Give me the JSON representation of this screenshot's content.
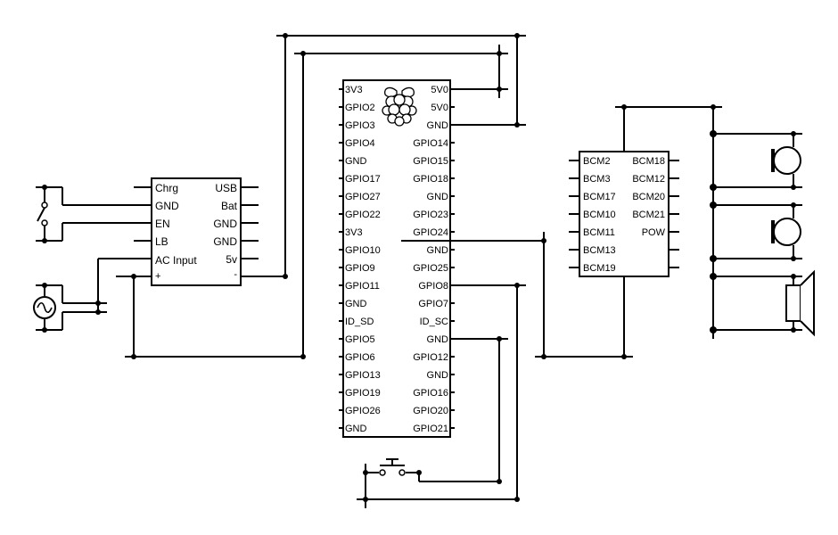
{
  "charger": {
    "left_pins": [
      "Chrg",
      "GND",
      "EN",
      "LB",
      "AC Input"
    ],
    "right_pins": [
      "USB",
      "Bat",
      "GND",
      "GND",
      "5v"
    ],
    "plus": "+",
    "minus": "-"
  },
  "pi": {
    "left_pins": [
      "3V3",
      "GPIO2",
      "GPIO3",
      "GPIO4",
      "GND",
      "GPIO17",
      "GPIO27",
      "GPIO22",
      "3V3",
      "GPIO10",
      "GPIO9",
      "GPIO11",
      "GND",
      "ID_SD",
      "GPIO5",
      "GPIO6",
      "GPIO13",
      "GPIO19",
      "GPIO26",
      "GND"
    ],
    "right_pins": [
      "5V0",
      "5V0",
      "GND",
      "GPIO14",
      "GPIO15",
      "GPIO18",
      "GND",
      "GPIO23",
      "GPIO24",
      "GND",
      "GPIO25",
      "GPIO8",
      "GPIO7",
      "ID_SC",
      "GND",
      "GPIO12",
      "GND",
      "GPIO16",
      "GPIO20",
      "GPIO21"
    ],
    "logo_icon": "raspberry-pi-logo"
  },
  "bcm": {
    "left_pins": [
      "BCM2",
      "BCM3",
      "BCM17",
      "BCM10",
      "BCM11",
      "BCM13",
      "BCM19"
    ],
    "right_pins": [
      "BCM18",
      "BCM12",
      "BCM20",
      "BCM21",
      "POW",
      "",
      ""
    ]
  },
  "icons": {
    "switch": "switch-icon",
    "ac_source": "ac-source-icon",
    "push_button": "push-button-icon",
    "microphone_1": "microphone-icon",
    "microphone_2": "microphone-icon",
    "speaker": "speaker-icon"
  },
  "colors": {
    "ink": "#000000",
    "background": "#ffffff"
  }
}
